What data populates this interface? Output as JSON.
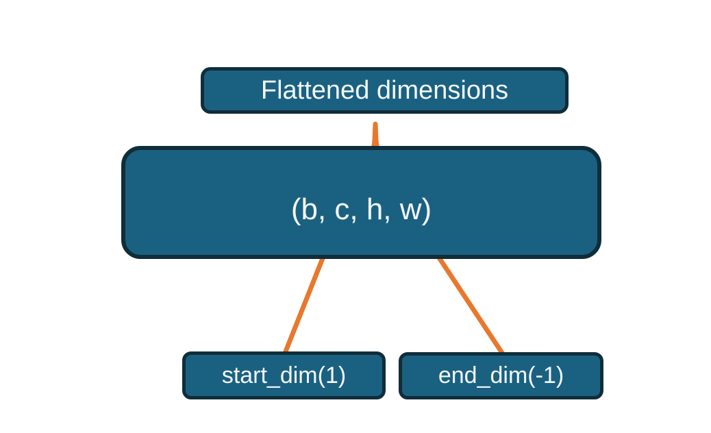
{
  "diagram": {
    "flattened_box": {
      "label": "Flattened dimensions"
    },
    "tensor_box": {
      "label": "(b, c, h, w)"
    },
    "start_dim_box": {
      "label": "start_dim(1)"
    },
    "end_dim_box": {
      "label": "end_dim(-1)"
    },
    "connectors": {
      "brace": "curly brace grouping dimensions c through w, pointing up to Flattened dimensions box",
      "start_arrow": "arrow from start_dim(1) box up to dimension c",
      "end_arrow": "arrow from end_dim(-1) box up to dimension w"
    }
  },
  "colors": {
    "box_fill": "#1a6181",
    "box_border": "#102d3a",
    "accent": "#e8782e",
    "text": "#f4f7f8",
    "background": "#ffffff"
  }
}
